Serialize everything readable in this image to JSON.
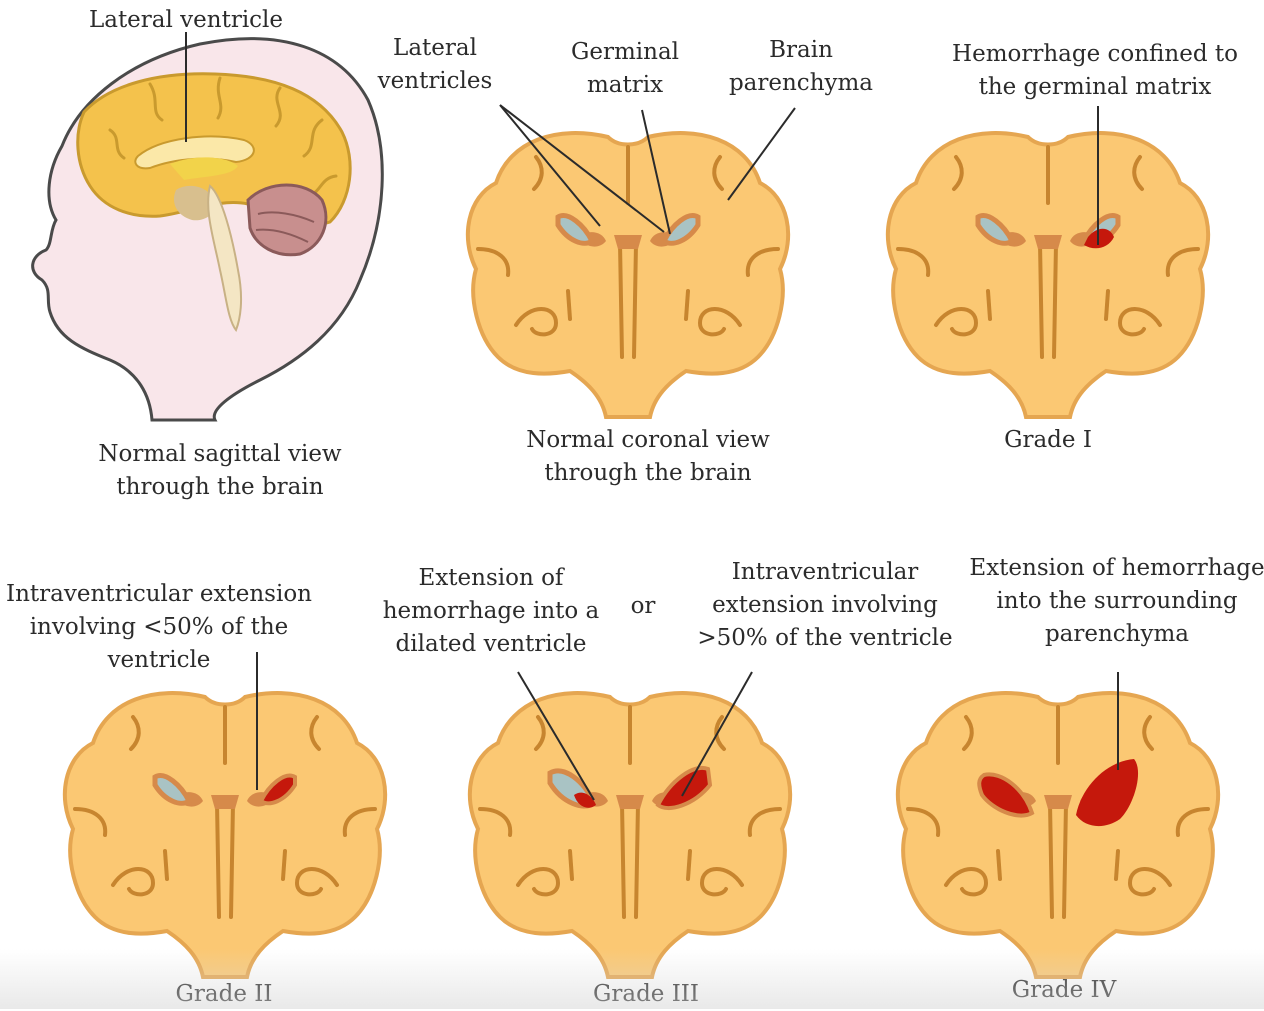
{
  "sagittal": {
    "label_lateral_ventricle": "Lateral ventricle",
    "caption": "Normal sagittal view\nthrough the brain"
  },
  "normal_coronal": {
    "label_lateral_ventricles": "Lateral\nventricles",
    "label_germinal_matrix": "Germinal\nmatrix",
    "label_brain_parenchyma": "Brain\nparenchyma",
    "caption": "Normal coronal view\nthrough the brain"
  },
  "grade1": {
    "annotation": "Hemorrhage confined to\nthe germinal matrix",
    "caption": "Grade I"
  },
  "grade2": {
    "annotation": "Intraventricular extension\ninvolving <50% of the\nventricle",
    "caption": "Grade II"
  },
  "grade3": {
    "annotation_left": "Extension of\nhemorrhage into a\ndilated ventricle",
    "or_text": "or",
    "annotation_right": "Intraventricular\nextension involving\n>50% of the ventricle",
    "caption": "Grade III"
  },
  "grade4": {
    "annotation": "Extension of hemorrhage\ninto the surrounding\nparenchyma",
    "caption": "Grade IV"
  },
  "colors": {
    "brain": "#fbc873",
    "brain_outline": "#e5a651",
    "sulcus": "#c7852f",
    "ventricle": "#a9c3c4",
    "germinal": "#d68a4a",
    "hemorrhage": "#c5180c",
    "head_fill": "#f9e6ea",
    "cerebellum": "#c88f8e"
  }
}
